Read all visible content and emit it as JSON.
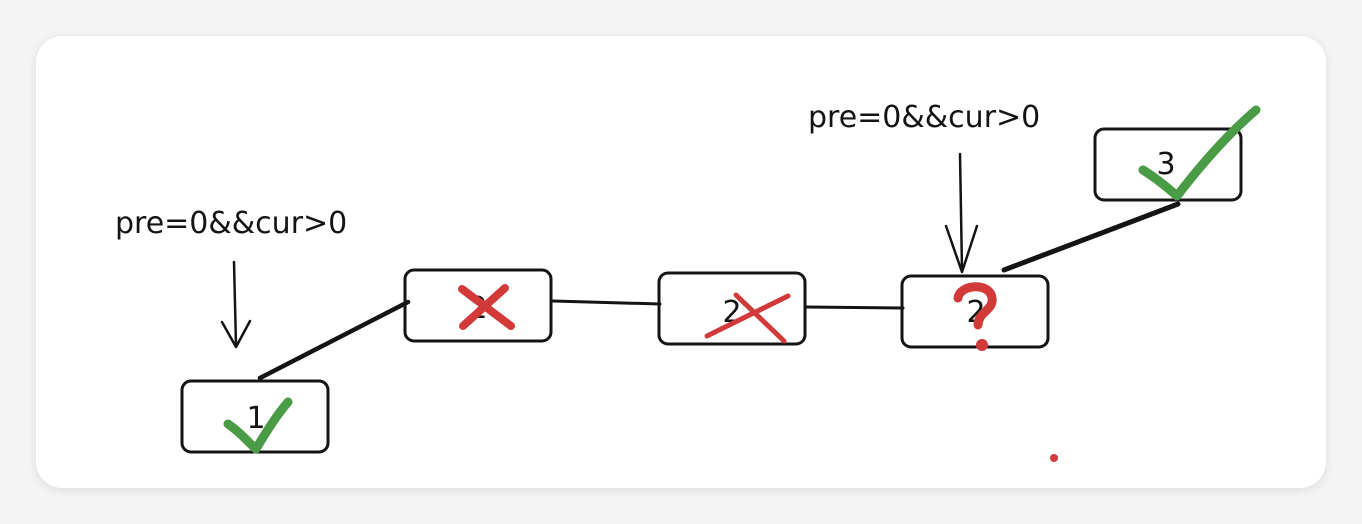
{
  "colors": {
    "ink": "#141414",
    "check": "#4a9b46",
    "cross": "#d23a3a",
    "question": "#d23a3a"
  },
  "annotations": [
    {
      "text": "pre=0&&cur>0"
    },
    {
      "text": "pre=0&&cur>0"
    }
  ],
  "nodes": [
    {
      "label": "1",
      "status": "check-icon"
    },
    {
      "label": "2",
      "status": "cross-icon"
    },
    {
      "label": "2",
      "status": "cross-icon"
    },
    {
      "label": "2",
      "status": "question-icon"
    },
    {
      "label": "3",
      "status": "check-icon"
    }
  ]
}
